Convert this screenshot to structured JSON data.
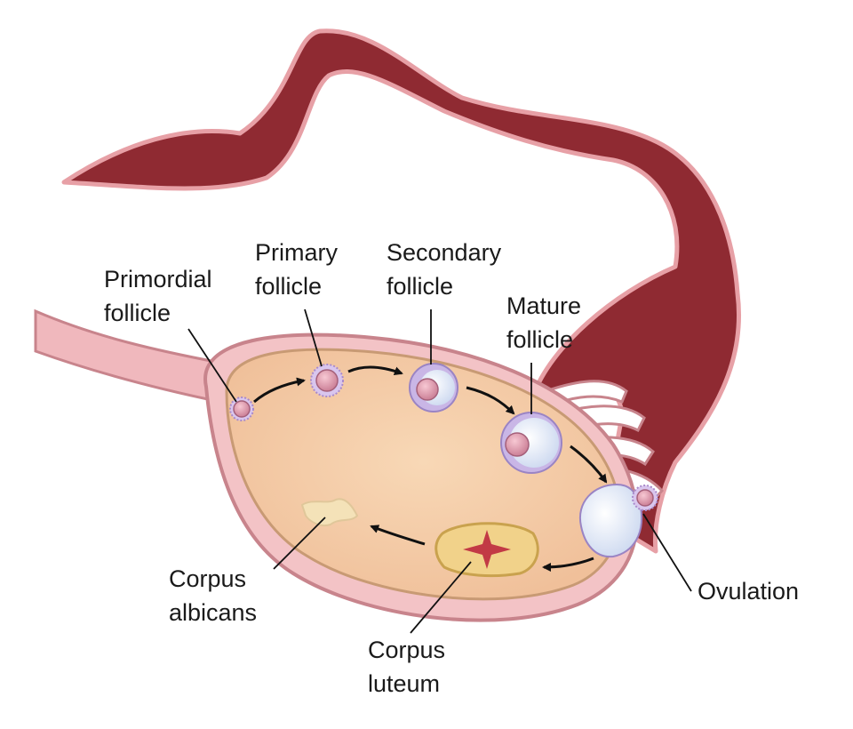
{
  "labels": {
    "primordial": [
      "Primordial",
      "follicle"
    ],
    "primary": [
      "Primary",
      "follicle"
    ],
    "secondary": [
      "Secondary",
      "follicle"
    ],
    "mature": [
      "Mature",
      "follicle"
    ],
    "ovulation": [
      "Ovulation"
    ],
    "corpus_albicans": [
      "Corpus",
      "albicans"
    ],
    "corpus_luteum": [
      "Corpus",
      "luteum"
    ]
  },
  "colors": {
    "tube": "#8f2a32",
    "tube_edge": "#e7a0a6",
    "ligament": "#f0b8bd",
    "ligament_edge": "#c8848c",
    "ovary_cortex": "#f3c3c6",
    "ovary_body": "#f6cfa8",
    "ovary_edge": "#c89a74",
    "follicle": "#c98aa0",
    "follicle_halo": "#c9b6e6",
    "antrum": "#dce6f5",
    "luteum": "#f1d28a",
    "luteum_core": "#c23a45",
    "albicans": "#f4e2b8",
    "arrow": "#111111",
    "leader_line": "#111111",
    "text": "#1a1a1a"
  }
}
